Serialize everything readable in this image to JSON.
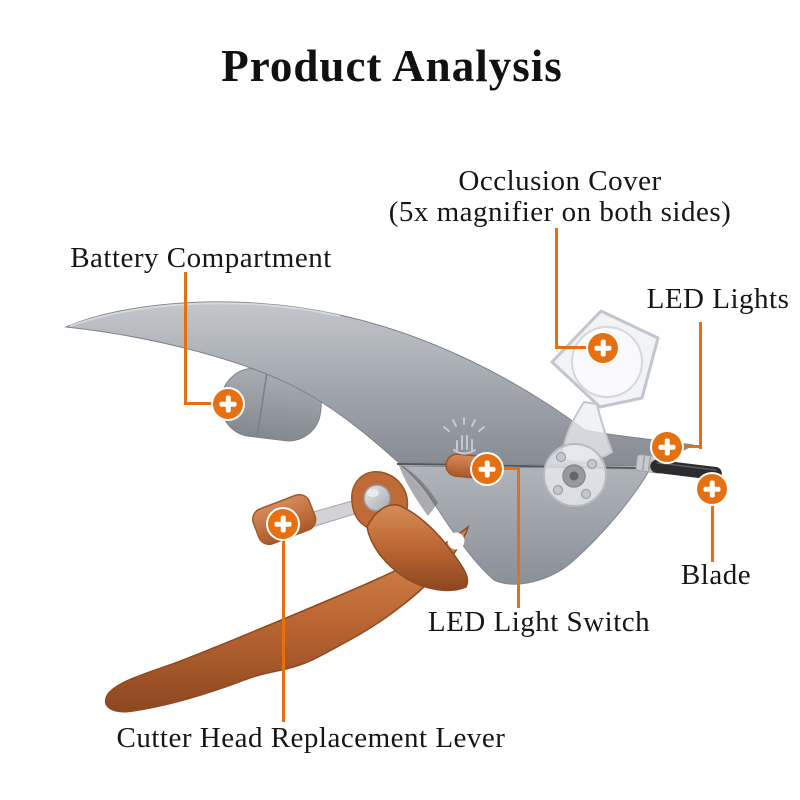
{
  "title": "Product Analysis",
  "annotations": {
    "occlusion_cover": {
      "label_line1": "Occlusion Cover",
      "label_line2": "(5x magnifier on both sides)"
    },
    "battery_compartment": {
      "label": "Battery Compartment"
    },
    "led_lights": {
      "label": "LED Lights"
    },
    "blade": {
      "label": "Blade"
    },
    "led_light_switch": {
      "label": "LED Light Switch"
    },
    "cutter_head_lever": {
      "label": "Cutter Head Replacement Lever"
    }
  },
  "colors": {
    "accent_orange": "#E66F10",
    "handle_gray": "#9A9EA6",
    "grip_orange": "#B4602E",
    "blade_black": "#2C2C2F",
    "background": "#FFFFFF"
  }
}
